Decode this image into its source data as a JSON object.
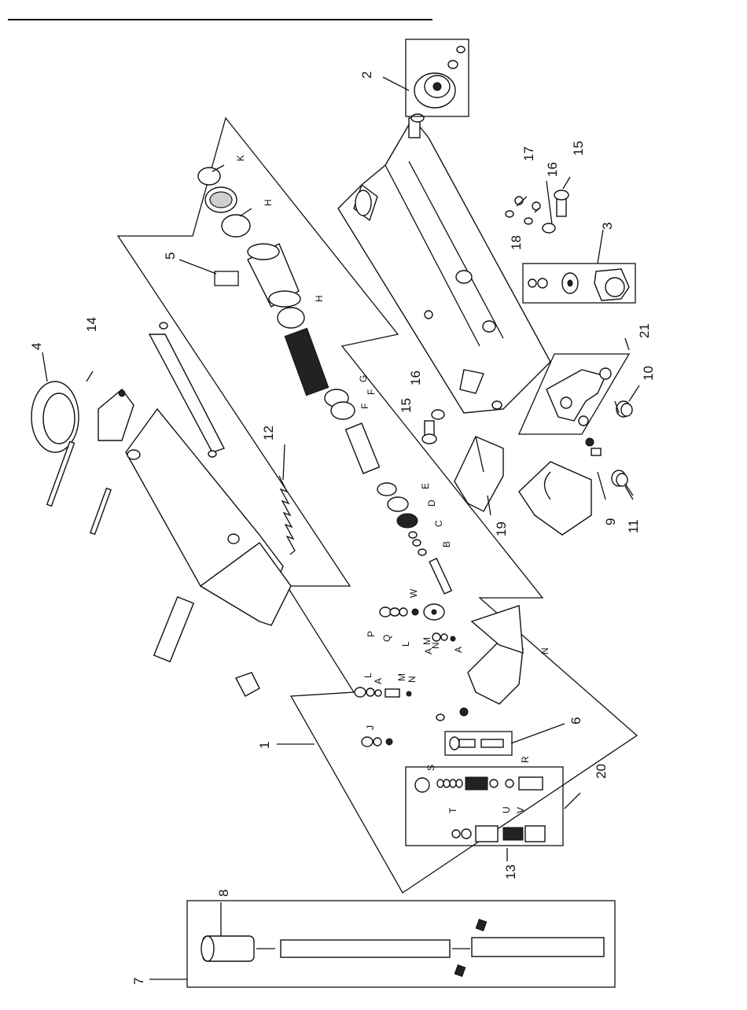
{
  "diagram": {
    "part_numbers": [
      "1",
      "2",
      "3",
      "4",
      "5",
      "6",
      "7",
      "8",
      "9",
      "10",
      "11",
      "12",
      "13",
      "14",
      "15",
      "15",
      "16",
      "16",
      "17",
      "18",
      "19",
      "20",
      "21"
    ],
    "seal_letters": [
      "A",
      "A",
      "A",
      "B",
      "C",
      "D",
      "E",
      "F",
      "F",
      "G",
      "H",
      "H",
      "J",
      "K",
      "L",
      "L",
      "M",
      "M",
      "N",
      "N",
      "N",
      "P",
      "Q",
      "R",
      "S",
      "T",
      "U",
      "V",
      "W"
    ]
  }
}
